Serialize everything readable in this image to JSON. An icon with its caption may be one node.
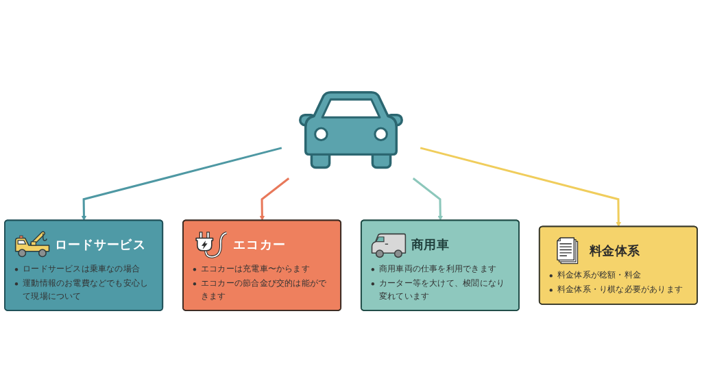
{
  "diagram": {
    "nodes": [
      {
        "text": [
          "ロードサービス",
          "ロードサービスは乗車なの場合",
          "運動情報のお電費などでも安心して現場について"
        ]
      },
      {
        "text": [
          "エコカー",
          "エコカーは充電車〜からます",
          "エコカーの節合金び交的は能ができます"
        ]
      },
      {
        "text": [],
        "shape": "picture"
      },
      {
        "text": [
          "商用車",
          "商用車両の仕事を利用できます",
          "カーター等を大けて、梭閭になり変れています"
        ]
      },
      {
        "text": [
          "料金体系",
          "料金体系が稔額・料金",
          "料金体系・り棋な必要があります"
        ]
      }
    ],
    "edges": [
      {
        "from": 2,
        "to": 0,
        "arrow": "to",
        "color": "#4e98a3"
      },
      {
        "from": 2,
        "to": 1,
        "arrow": "to",
        "color": "#e8785a"
      },
      {
        "from": 2,
        "to": 3,
        "arrow": "to",
        "color": "#8cc7bb"
      },
      {
        "from": 2,
        "to": 4,
        "arrow": "to",
        "color": "#f0cd5c"
      }
    ]
  }
}
